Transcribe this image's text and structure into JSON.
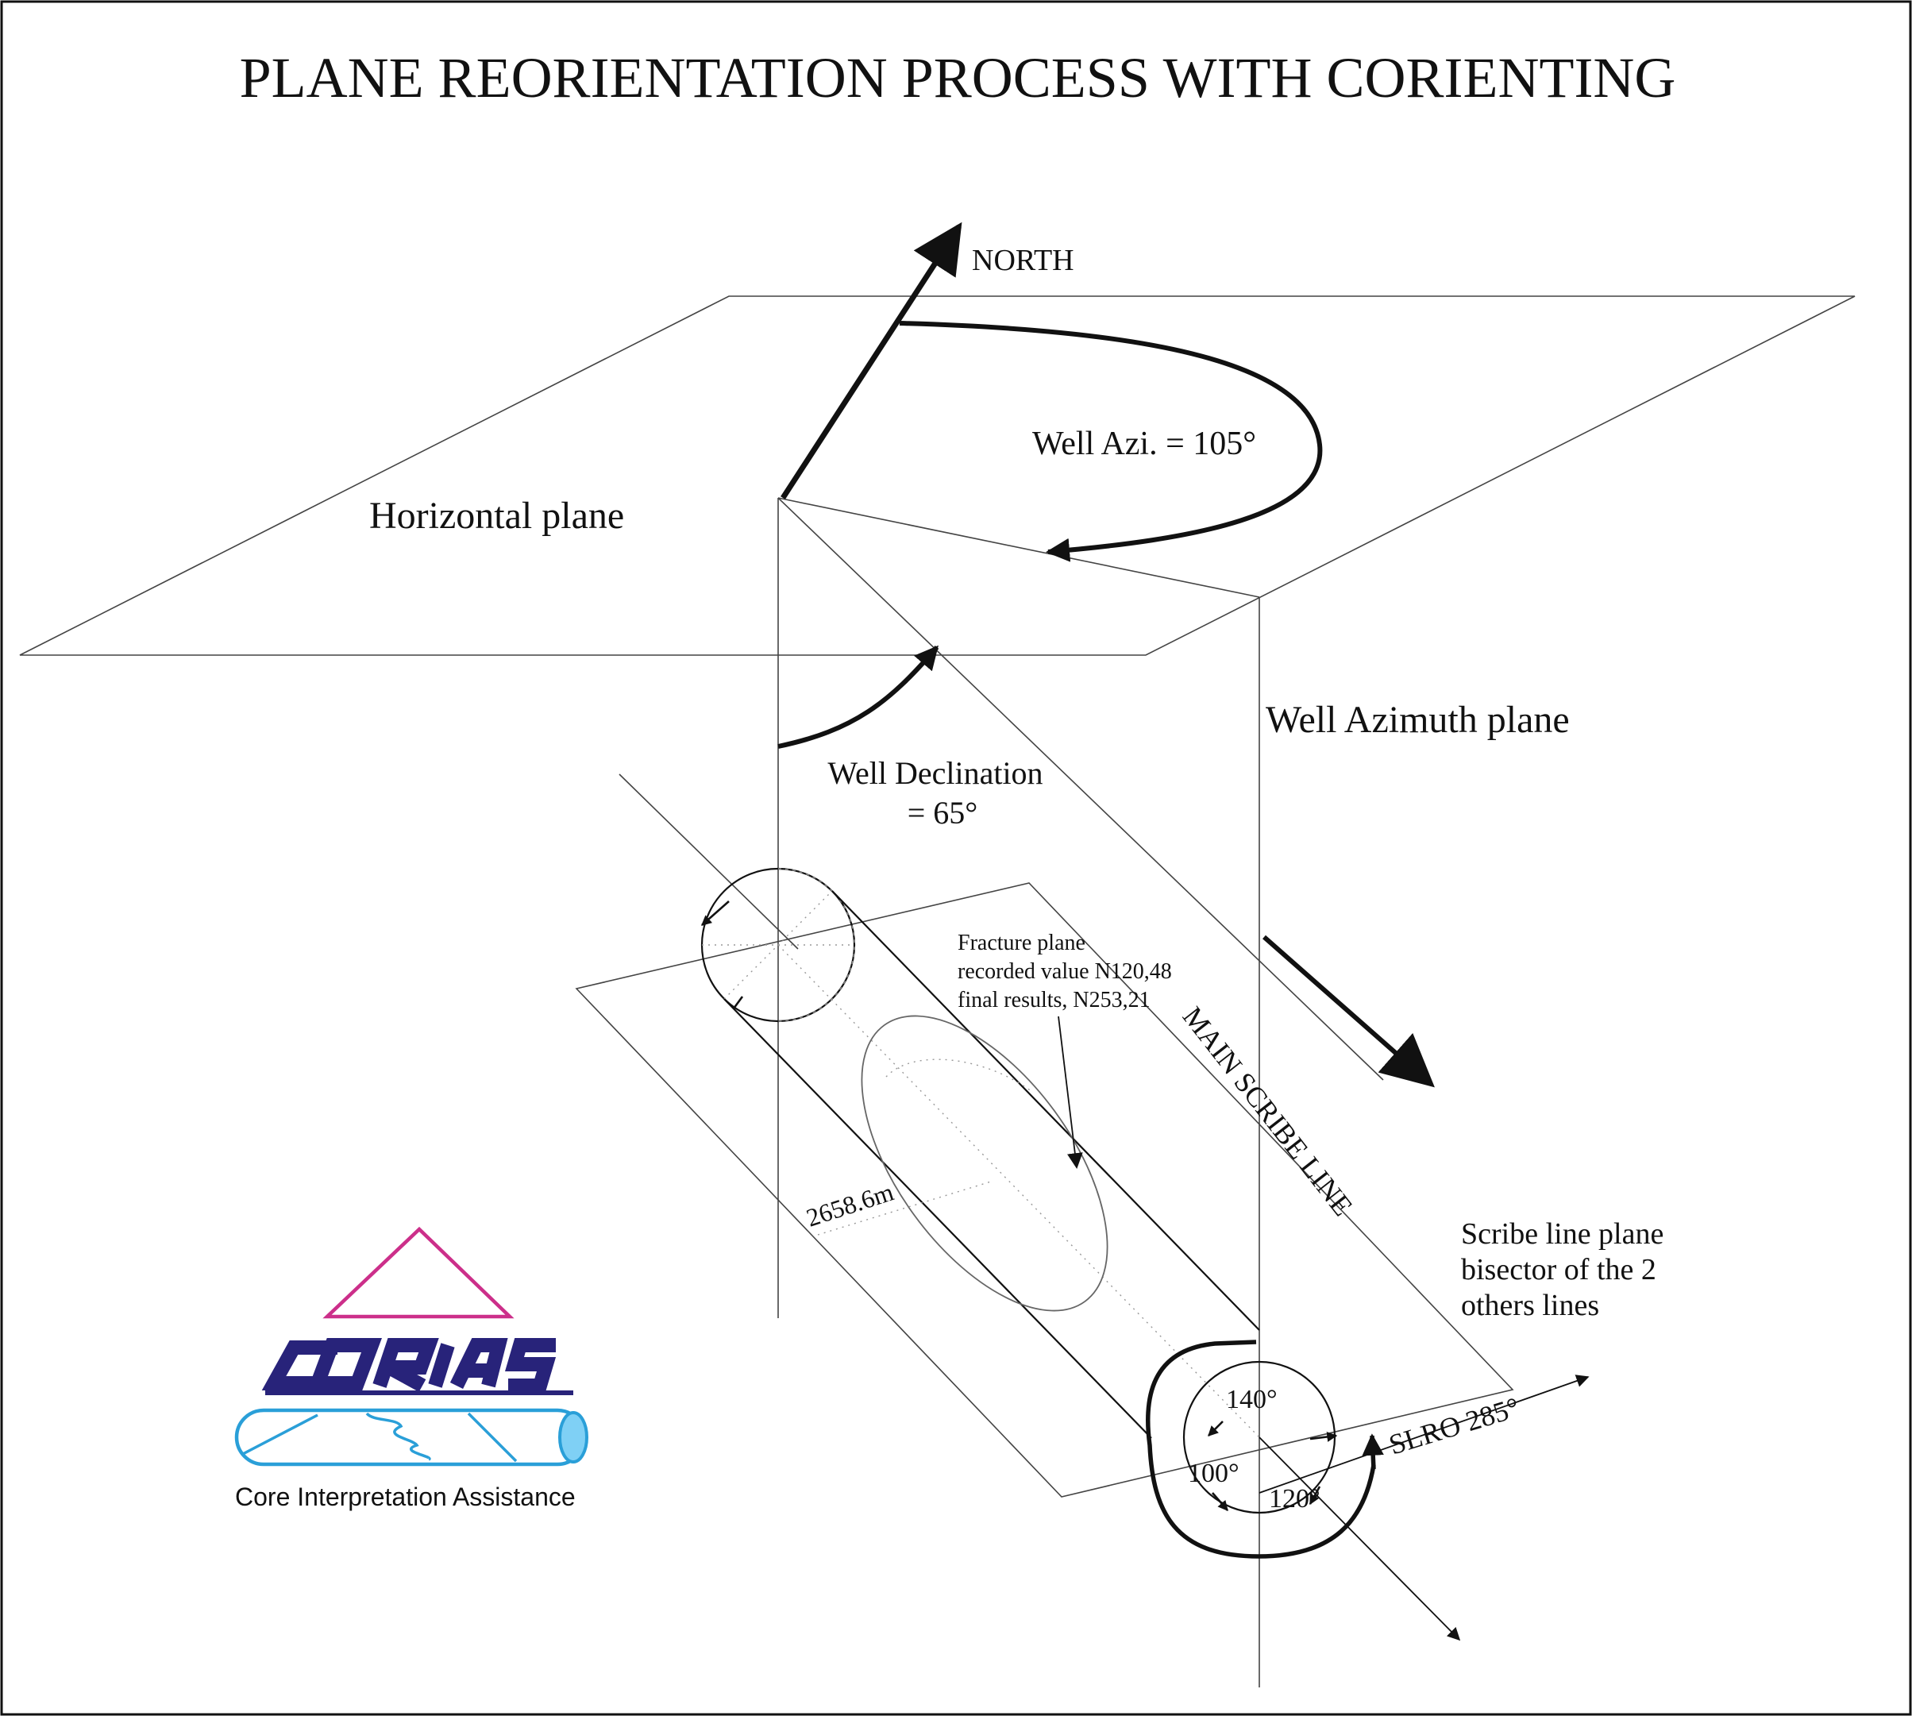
{
  "title": "PLANE REORIENTATION PROCESS WITH CORIENTING",
  "labels": {
    "north": "NORTH",
    "horizontal_plane": "Horizontal plane",
    "well_azimuth": "Well Azi. = 105°",
    "well_azimuth_plane": "Well Azimuth plane",
    "well_declination_line1": "Well Declination",
    "well_declination_line2": "= 65°",
    "fracture_line1": "Fracture plane",
    "fracture_line2": "recorded value N120,48",
    "fracture_line3": "final results, N253,21",
    "main_scribe_line": "MAIN SCRIBE LINE",
    "scribe_plane_line1": "Scribe line plane",
    "scribe_plane_line2": "bisector of the 2",
    "scribe_plane_line3": "others lines",
    "depth": "2658.6m",
    "angle_140": "140°",
    "angle_100": "100°",
    "angle_120": "120°",
    "slro": "SLRO 285°"
  },
  "logo": {
    "name": "CORIAS",
    "tagline": "Core Interpretation Assistance",
    "colors": {
      "triangle": "#cc2f8a",
      "lettering": "#28237a",
      "pipe": "#2a9fd8",
      "pipe_fill": "#7fd0f5"
    }
  }
}
